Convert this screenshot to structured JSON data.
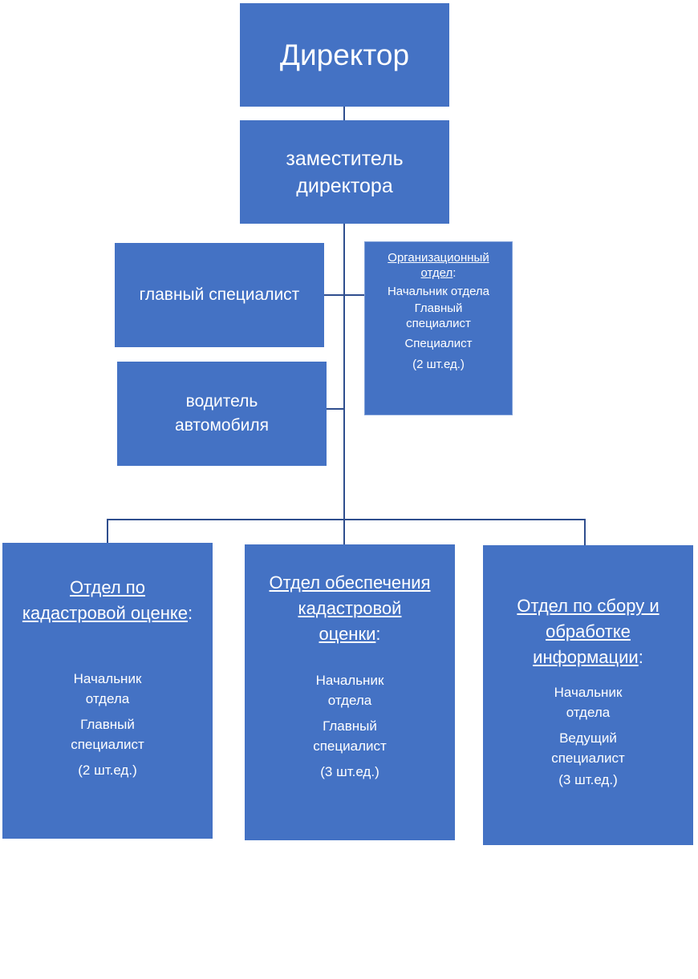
{
  "director": {
    "label": "Директор"
  },
  "deputy": {
    "line1": "заместитель",
    "line2": "директора"
  },
  "chief_specialist": {
    "label": "главный специалист"
  },
  "driver": {
    "line1": "водитель",
    "line2": "автомобиля"
  },
  "org_department": {
    "title_line1": "Организационный",
    "title_line2": "отдел",
    "colon": ":",
    "staff": [
      "Начальник отдела",
      "Главный",
      "специалист",
      "Специалист",
      "(2 шт.ед.)"
    ]
  },
  "departments": [
    {
      "title_lines": [
        "Отдел по",
        "кадастровой оценке"
      ],
      "colon": ":",
      "staff": [
        "Начальник",
        "отдела",
        "Главный",
        "специалист",
        "(2 шт.ед.)"
      ]
    },
    {
      "title_lines": [
        "Отдел обеспечения",
        "кадастровой",
        "оценки"
      ],
      "colon": ":",
      "staff": [
        "Начальник",
        "отдела",
        "Главный",
        "специалист",
        "(3 шт.ед.)"
      ]
    },
    {
      "title_lines": [
        "Отдел по сбору и",
        "обработке",
        "информации"
      ],
      "colon": ":",
      "staff": [
        "Начальник",
        "отдела",
        "Ведущий",
        "специалист",
        "(3 шт.ед.)"
      ]
    }
  ],
  "colors": {
    "box_fill": "#4472c4",
    "connector": "#2f4e8e",
    "text": "#ffffff"
  }
}
